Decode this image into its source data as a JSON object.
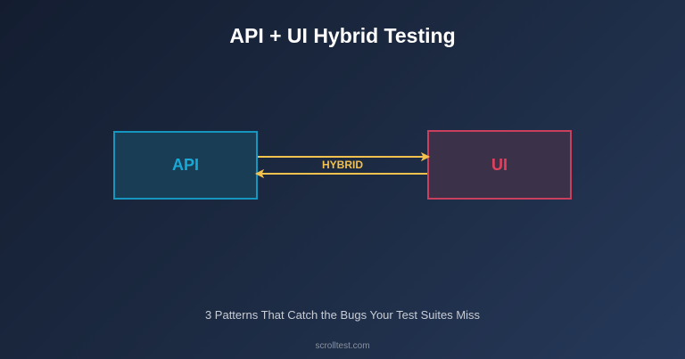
{
  "title": "API + UI Hybrid Testing",
  "diagram": {
    "left_box": {
      "label": "API",
      "border_color": "#1596be",
      "text_color": "#19a9d6"
    },
    "right_box": {
      "label": "UI",
      "border_color": "#c9405e",
      "text_color": "#e2415e"
    },
    "connector": {
      "label": "HYBRID",
      "color": "#f2c14e",
      "direction": "bidirectional"
    }
  },
  "subtitle": "3 Patterns That Catch the Bugs Your Test Suites Miss",
  "footer": "scrolltest.com"
}
